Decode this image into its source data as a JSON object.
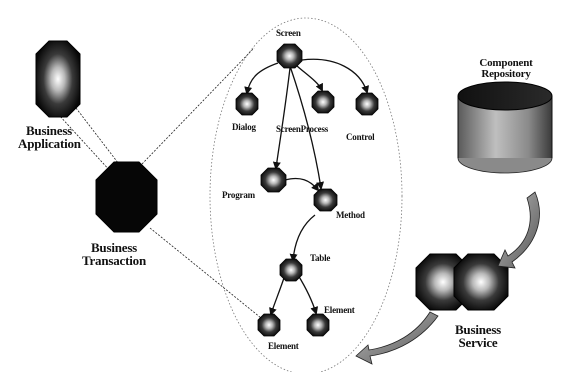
{
  "entities": {
    "business_application": {
      "line1": "Business",
      "line2": "Application"
    },
    "business_transaction": {
      "line1": "Business",
      "line2": "Transaction"
    },
    "business_service": {
      "line1": "Business",
      "line2": "Service"
    },
    "component_repository": {
      "line1": "Component",
      "line2": "Repository"
    }
  },
  "nodes": {
    "screen": "Screen",
    "dialog": "Dialog",
    "screen_process": "ScreenProcess",
    "control": "Control",
    "program": "Program",
    "method": "Method",
    "table": "Table",
    "element_right": "Element",
    "element_left": "Element"
  }
}
